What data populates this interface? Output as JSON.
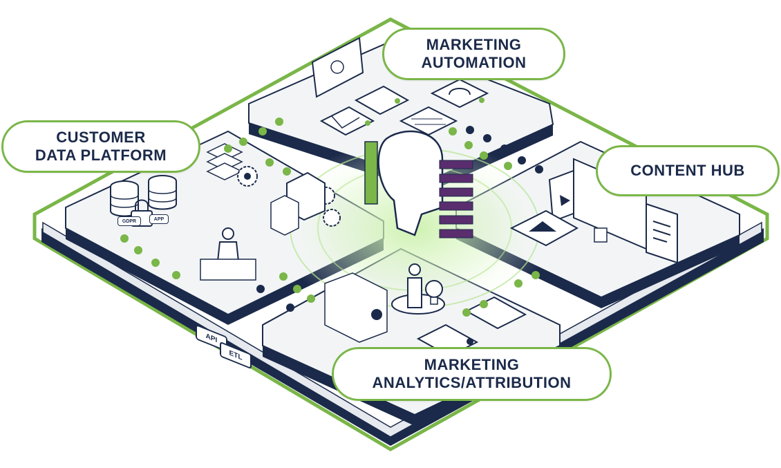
{
  "labels": {
    "marketing_automation": {
      "line1": "MARKETING",
      "line2": "AUTOMATION"
    },
    "customer_data_platform": {
      "line1": "CUSTOMER",
      "line2": "DATA PLATFORM"
    },
    "content_hub": {
      "line1": "CONTENT HUB"
    },
    "marketing_analytics": {
      "line1": "MARKETING",
      "line2": "ANALYTICS/ATTRIBUTION"
    }
  },
  "tags": {
    "api": "API",
    "etl": "ETL",
    "gdpr": "GDPR",
    "app": "APP"
  },
  "colors": {
    "accent_green": "#7ab648",
    "navy": "#1b2a4a",
    "purple": "#5a2d6e",
    "tile": "#f2f4f6"
  },
  "icons": [
    "monitor-icon",
    "envelope-icon",
    "headset-icon",
    "database-icon",
    "gear-icon",
    "lock-icon",
    "person-icon",
    "lightbulb-icon",
    "play-icon",
    "image-icon",
    "document-icon",
    "brain-head-icon"
  ]
}
